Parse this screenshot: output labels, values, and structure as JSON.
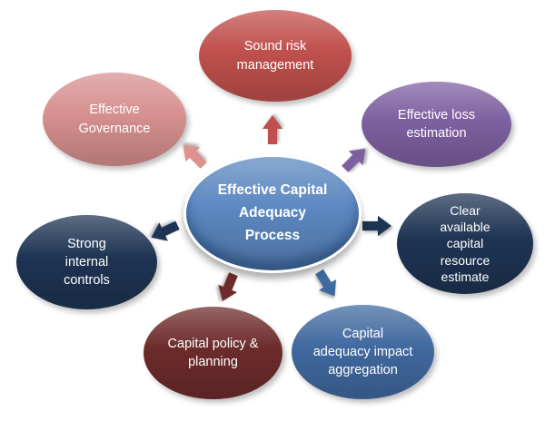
{
  "diagram": {
    "title": "Effective Capital Adequacy Process",
    "background_color": "#ffffff",
    "center": {
      "label": "Effective Capital Adequacy Process",
      "fill": "#5b88c0",
      "border_color": "#ffffff",
      "text_color": "#ffffff"
    },
    "nodes": [
      {
        "id": "sound-risk-management",
        "label": "Sound risk management",
        "fill": "#c0504d",
        "text_color": "#ffffff",
        "position": "top"
      },
      {
        "id": "effective-governance",
        "label": "Effective Governance",
        "fill": "#d6908f",
        "text_color": "#ffffff",
        "position": "top-left"
      },
      {
        "id": "effective-loss-estimation",
        "label": "Effective loss estimation",
        "fill": "#7e60a1",
        "text_color": "#ffffff",
        "position": "top-right"
      },
      {
        "id": "clear-available-capital-resource-estimate",
        "label": "Clear available capital resource estimate",
        "fill": "#1e3453",
        "text_color": "#ffffff",
        "position": "right"
      },
      {
        "id": "strong-internal-controls",
        "label": "Strong internal controls",
        "fill": "#1e3453",
        "text_color": "#ffffff",
        "position": "left"
      },
      {
        "id": "capital-policy-planning",
        "label": "Capital policy & planning",
        "fill": "#6d2b2b",
        "text_color": "#ffffff",
        "position": "bottom-left"
      },
      {
        "id": "capital-adequacy-impact-aggregation",
        "label": "Capital adequacy impact aggregation",
        "fill": "#40699f",
        "text_color": "#ffffff",
        "position": "bottom-right"
      }
    ],
    "arrows": [
      {
        "to": "sound-risk-management",
        "direction": "up",
        "color": "#c0504d"
      },
      {
        "to": "effective-governance",
        "direction": "up-left",
        "color": "#df9190"
      },
      {
        "to": "effective-loss-estimation",
        "direction": "up-right",
        "color": "#7e60a1"
      },
      {
        "to": "clear-available-capital-resource-estimate",
        "direction": "right",
        "color": "#1e3453"
      },
      {
        "to": "strong-internal-controls",
        "direction": "down-left",
        "color": "#1e3453"
      },
      {
        "to": "capital-policy-planning",
        "direction": "down",
        "color": "#6d2b2b"
      },
      {
        "to": "capital-adequacy-impact-aggregation",
        "direction": "down-right",
        "color": "#40699f"
      }
    ]
  }
}
